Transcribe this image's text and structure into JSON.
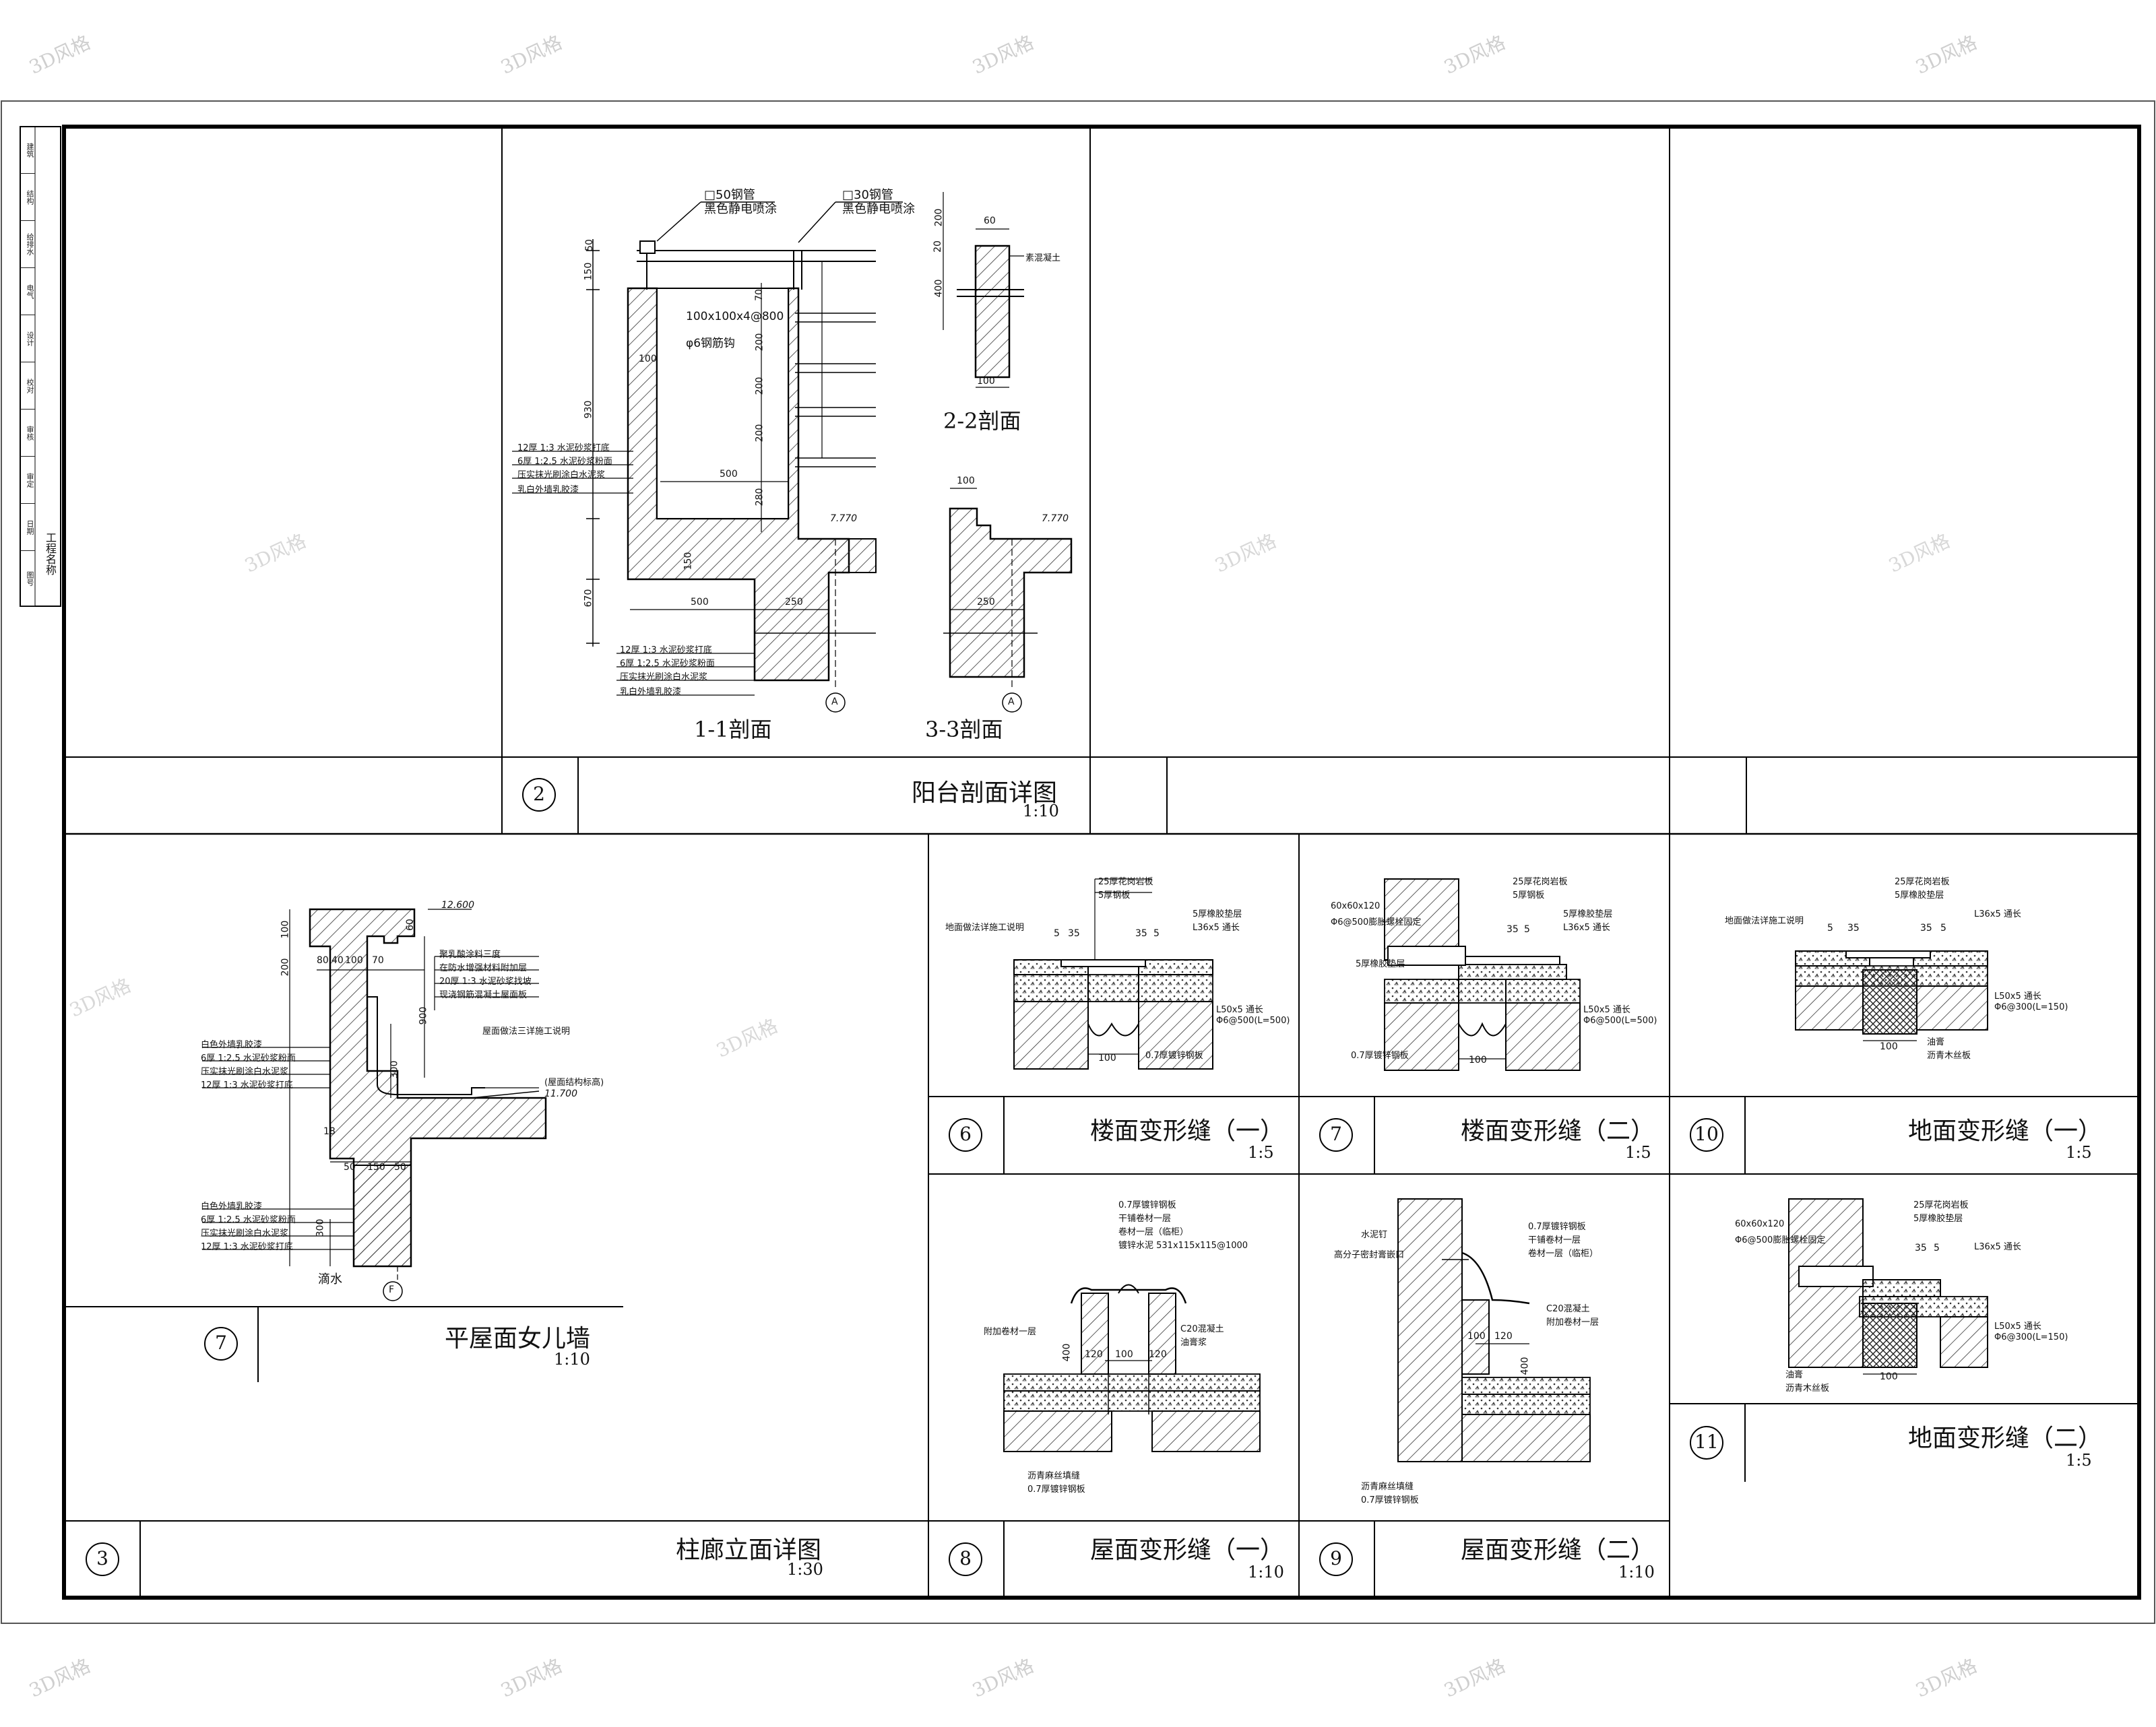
{
  "drawing": {
    "watermark": "3D风格",
    "title_block": {
      "label": "工程名称",
      "side_labels": [
        "建筑",
        "结构",
        "给排水",
        "电气",
        "设计",
        "校对",
        "审核",
        "审定",
        "日期",
        "图号"
      ]
    },
    "details": [
      {
        "id": "balcony",
        "number": "2",
        "title": "阳台剖面详图",
        "scale": "1:10",
        "sections": [
          "1-1剖面",
          "2-2剖面",
          "3-3剖面"
        ],
        "notes": {
          "pipe_50": "□50钢管",
          "pipe_30": "□30钢管",
          "paint": "黑色静电喷涂",
          "plate": "100x100x4@800",
          "hook": "φ6钢筋钩",
          "wall_layers_1": "12厚 1:3 水泥砂浆打底",
          "wall_layers_2": "6厚 1:2.5 水泥砂浆粉面",
          "wall_layers_3": "压实抹光刷涂白水泥浆",
          "wall_layers_4": "乳白外墙乳胶漆",
          "concrete": "素混凝土",
          "axis": "A",
          "elev": "7.770"
        },
        "dims": [
          "50",
          "150",
          "930",
          "670",
          "500",
          "250",
          "200",
          "200",
          "200",
          "280",
          "70",
          "100",
          "60",
          "20",
          "400",
          "100",
          "200",
          "150"
        ]
      },
      {
        "id": "parapet",
        "number": "7",
        "title": "平屋面女儿墙",
        "scale": "1:10",
        "notes": {
          "top": "12.600",
          "roof": "11.700",
          "n1": "聚乳酸涂料三度",
          "n2": "在防水增强材料附加层",
          "n3": "20厚 1:3 水泥砂浆找坡",
          "n4": "现浇钢筋混凝土屋面板",
          "n5": "屋面做法三详施工说明",
          "n6": "(屋面结构标高)",
          "w1": "白色外墙乳胶漆",
          "w2": "6厚 1:2.5 水泥砂浆粉面",
          "w3": "压实抹光刷涂白水泥浆",
          "w4": "12厚 1:3 水泥砂浆打底",
          "drip": "滴水",
          "axis": "F"
        },
        "dims": [
          "100",
          "200",
          "80",
          "40",
          "100",
          "70",
          "60",
          "900",
          "300",
          "18",
          "50",
          "150",
          "50",
          "300"
        ]
      },
      {
        "id": "colonnade",
        "number": "3",
        "title": "柱廊立面详图",
        "scale": "1:30"
      },
      {
        "id": "floor-joint-1",
        "number": "6",
        "title": "楼面变形缝（一）",
        "scale": "1:5",
        "notes": [
          "25厚花岗岩板",
          "5厚钢板",
          "5厚橡胶垫层",
          "L36x5 通长",
          "L50x5 通长",
          "Φ6@500(L=500)",
          "0.7厚镀锌钢板",
          "地面做法详施工说明"
        ],
        "dims": [
          "5",
          "35",
          "35",
          "5",
          "100"
        ]
      },
      {
        "id": "floor-joint-2",
        "number": "7",
        "title": "楼面变形缝（二）",
        "scale": "1:5",
        "notes": [
          "25厚花岗岩板",
          "5厚钢板",
          "60x60x120",
          "Φ6@500膨胀螺栓固定",
          "5厚橡胶垫层",
          "L36x5 通长",
          "L50x5 通长",
          "Φ6@500(L=500)",
          "0.7厚镀锌钢板",
          "5厚橡胶垫层"
        ],
        "dims": [
          "35",
          "5",
          "100"
        ]
      },
      {
        "id": "ground-joint-1",
        "number": "10",
        "title": "地面变形缝（一）",
        "scale": "1:5",
        "notes": [
          "25厚花岗岩板",
          "5厚橡胶垫层",
          "地面做法详施工说明",
          "L36x5 通长",
          "L50x5 通长",
          "Φ6@300(L=150)",
          "油膏",
          "沥青木丝板"
        ],
        "dims": [
          "5",
          "35",
          "35",
          "5",
          "100"
        ]
      },
      {
        "id": "ground-joint-2",
        "number": "11",
        "title": "地面变形缝（二）",
        "scale": "1:5",
        "notes": [
          "25厚花岗岩板",
          "5厚橡胶垫层",
          "60x60x120",
          "Φ6@500膨胀螺栓固定",
          "L36x5 通长",
          "L50x5 通长",
          "Φ6@300(L=150)",
          "油膏",
          "沥青木丝板"
        ],
        "dims": [
          "35",
          "5",
          "100"
        ]
      },
      {
        "id": "roof-joint-1",
        "number": "8",
        "title": "屋面变形缝（一）",
        "scale": "1:10",
        "notes": [
          "0.7厚镀锌钢板",
          "干铺卷材一层",
          "卷材一层（临柜）",
          "镀锌水泥 531x115x115@1000",
          "附加卷材一层",
          "C20混凝土",
          "油膏浆",
          "沥青麻丝填缝",
          "0.7厚镀锌钢板"
        ],
        "dims": [
          "400",
          "120",
          "100",
          "120"
        ]
      },
      {
        "id": "roof-joint-2",
        "number": "9",
        "title": "屋面变形缝（二）",
        "scale": "1:10",
        "notes": [
          "0.7厚镀锌钢板",
          "干铺卷材一层",
          "卷材一层（临柜）",
          "水泥钉",
          "高分子密封膏嵌口",
          "C20混凝土",
          "附加卷材一层",
          "沥青麻丝填缝",
          "0.7厚镀锌钢板"
        ],
        "dims": [
          "100",
          "120",
          "400"
        ]
      }
    ]
  }
}
